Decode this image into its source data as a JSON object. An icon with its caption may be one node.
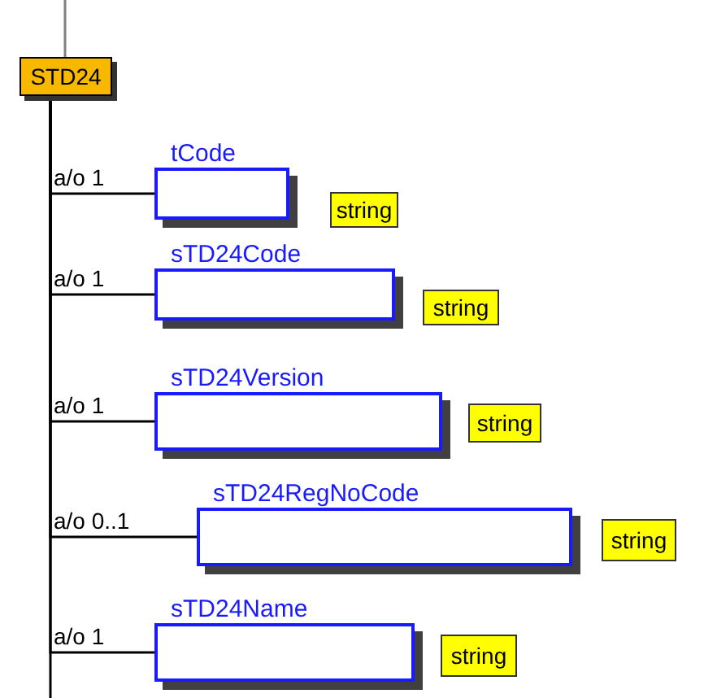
{
  "diagram": {
    "nodes": [
      {
        "text": [
          "STD24"
        ]
      },
      {
        "text": [
          "tCode"
        ]
      },
      {
        "text": [
          "string"
        ]
      },
      {
        "text": [
          "sTD24Code"
        ]
      },
      {
        "text": [
          "string"
        ]
      },
      {
        "text": [
          "sTD24Version"
        ]
      },
      {
        "text": [
          "string"
        ]
      },
      {
        "text": [
          "sTD24RegNoCode"
        ]
      },
      {
        "text": [
          "string"
        ]
      },
      {
        "text": [
          "sTD24Name"
        ]
      },
      {
        "text": [
          "string"
        ]
      }
    ],
    "edges": [
      {
        "from": null,
        "to": 0,
        "arrow": "none",
        "color": "#808080"
      },
      {
        "from": 0,
        "to": 1,
        "label": "a/o 1",
        "arrow": "none"
      },
      {
        "from": 0,
        "to": 3,
        "label": "a/o 1",
        "arrow": "none"
      },
      {
        "from": 0,
        "to": 5,
        "label": "a/o 1",
        "arrow": "none"
      },
      {
        "from": 0,
        "to": 7,
        "label": "a/o 0..1",
        "arrow": "none"
      },
      {
        "from": 0,
        "to": 9,
        "label": "a/o 1",
        "arrow": "none"
      }
    ]
  }
}
